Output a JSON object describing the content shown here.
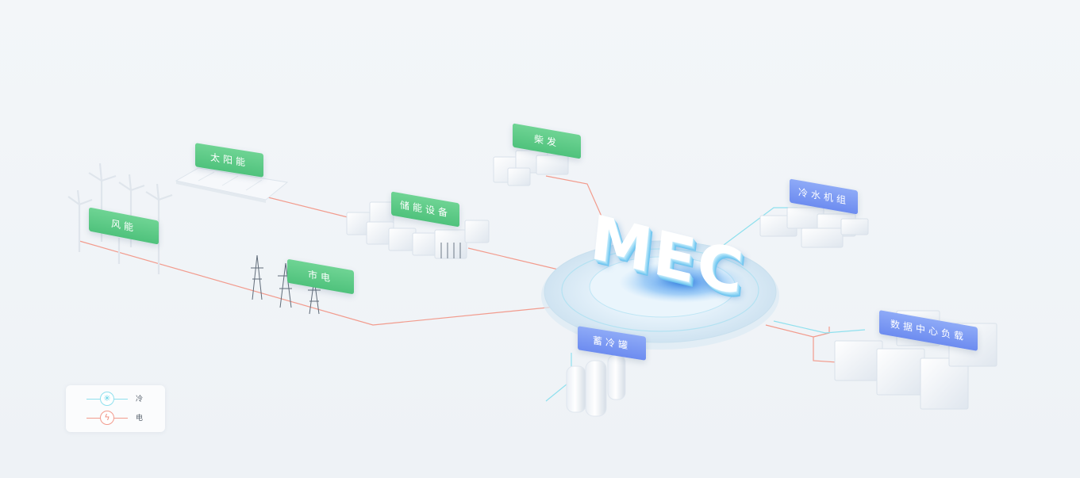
{
  "center": {
    "label": "MEC"
  },
  "nodes": {
    "solar": "太阳能",
    "wind": "风能",
    "storage": "储能设备",
    "diesel": "柴发",
    "grid": "市电",
    "chiller": "冷水机组",
    "datacenter": "数据中心负载",
    "cold_tank": "蓄冷罐"
  },
  "legend": {
    "cold": {
      "label": "冷",
      "icon": "snowflake-icon",
      "color": "#5fd3e6"
    },
    "electric": {
      "label": "电",
      "icon": "lightning-icon",
      "color": "#f08a7a"
    }
  },
  "colors": {
    "green_tag": "#52c47e",
    "blue_tag": "#7090f0",
    "electric_line": "#f29b8d",
    "cold_line": "#8fe0ee"
  }
}
